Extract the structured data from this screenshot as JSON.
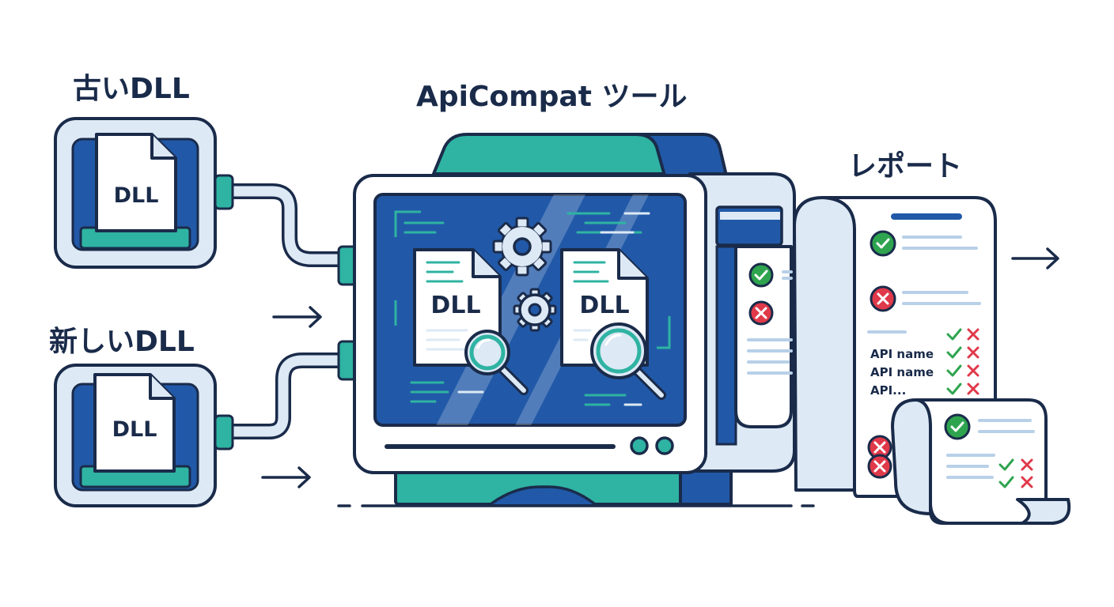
{
  "labels": {
    "old_dll": "古いDLL",
    "new_dll": "新しいDLL",
    "tool": "ApiCompat ツール",
    "report": "レポート"
  },
  "docs": {
    "old_file": "DLL",
    "new_file": "DLL",
    "screen_left_file": "DLL",
    "screen_right_file": "DLL"
  },
  "report_rows": [
    "API name",
    "API name",
    "API..."
  ],
  "colors": {
    "navy": "#1a2b4a",
    "blue": "#2159a8",
    "teal": "#2fb3a2",
    "light_blue": "#dde9f5",
    "green": "#2ea44f",
    "red": "#e0394a"
  },
  "icons": [
    "gear-icon",
    "magnifier-icon",
    "check-icon",
    "cross-icon",
    "arrow-right-icon"
  ]
}
